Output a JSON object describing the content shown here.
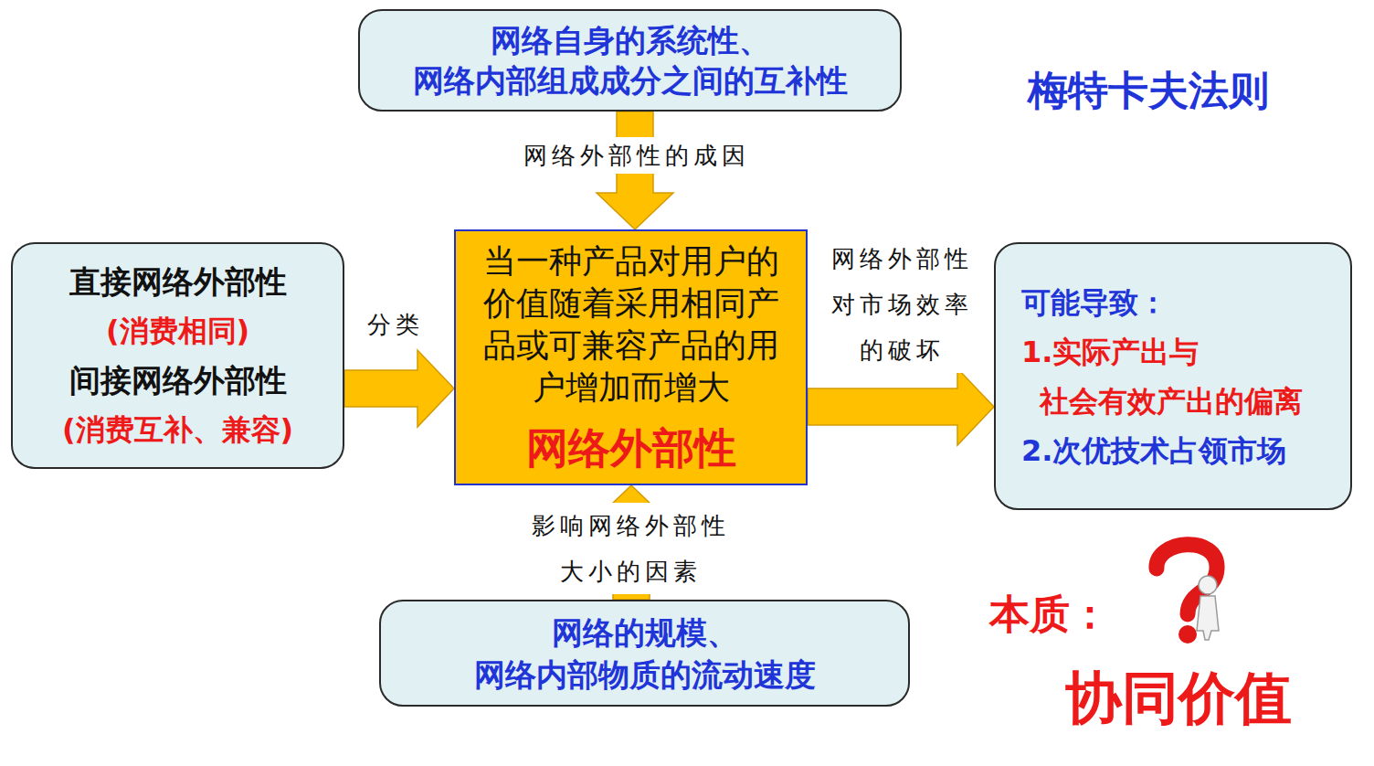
{
  "diagram": {
    "nodes": [
      {
        "text": [
          "网络自身的系统性、 网络内部组成成分之间的互补性"
        ]
      },
      {
        "text": [
          "直接网络外部性",
          "(消费相同)",
          "间接网络外部性",
          "(消费互补、兼容)"
        ]
      },
      {
        "text": [
          "当一种产品对用户的 价值随着采用相同产 品或可兼容产品的用 户增加而增大",
          "网络外部性"
        ]
      },
      {
        "text": [
          "可能导致：",
          "1.实际产出与 社会有效产出的偏离",
          "2.次优技术占领市场"
        ]
      },
      {
        "text": [
          "网络的规模、 网络内部物质的流动速度"
        ]
      }
    ],
    "edges": [
      {
        "from": 0,
        "to": 2,
        "arrow": "to",
        "label": "网络外部性的成因"
      },
      {
        "from": 1,
        "to": 2,
        "arrow": "to",
        "label": "分类"
      },
      {
        "from": 2,
        "to": 3,
        "arrow": "to",
        "label": "网络外部性 对市场效率 的破坏"
      },
      {
        "from": 4,
        "to": 2,
        "arrow": "to",
        "label": "影响网络外部性 大小的因素"
      }
    ],
    "labels": [
      "梅特卡夫法则",
      "本质：",
      "协同价值"
    ]
  }
}
